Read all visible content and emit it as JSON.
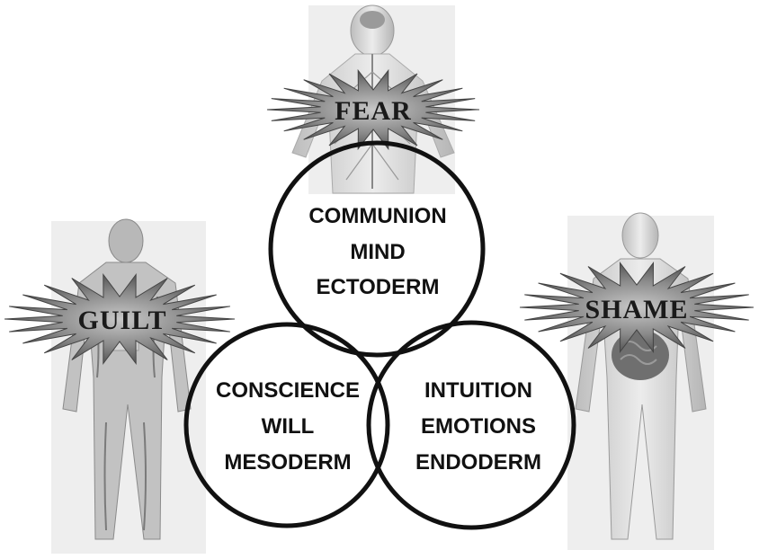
{
  "emotions": {
    "top": "FEAR",
    "left": "GUILT",
    "right": "SHAME"
  },
  "circles": {
    "top": [
      "COMMUNION",
      "MIND",
      "ECTODERM"
    ],
    "left": [
      "CONSCIENCE",
      "WILL",
      "MESODERM"
    ],
    "right": [
      "INTUITION",
      "EMOTIONS",
      "ENDODERM"
    ]
  },
  "figures": {
    "top": "anatomy-nervous-system-figure",
    "left": "anatomy-musculoskeletal-figure",
    "right": "anatomy-digestive-figure"
  },
  "colors": {
    "line": "#111111",
    "burst_fill": "#8c8c8c",
    "figure_skin": "#d9d9d9",
    "figure_shade": "#a8a8a8"
  }
}
